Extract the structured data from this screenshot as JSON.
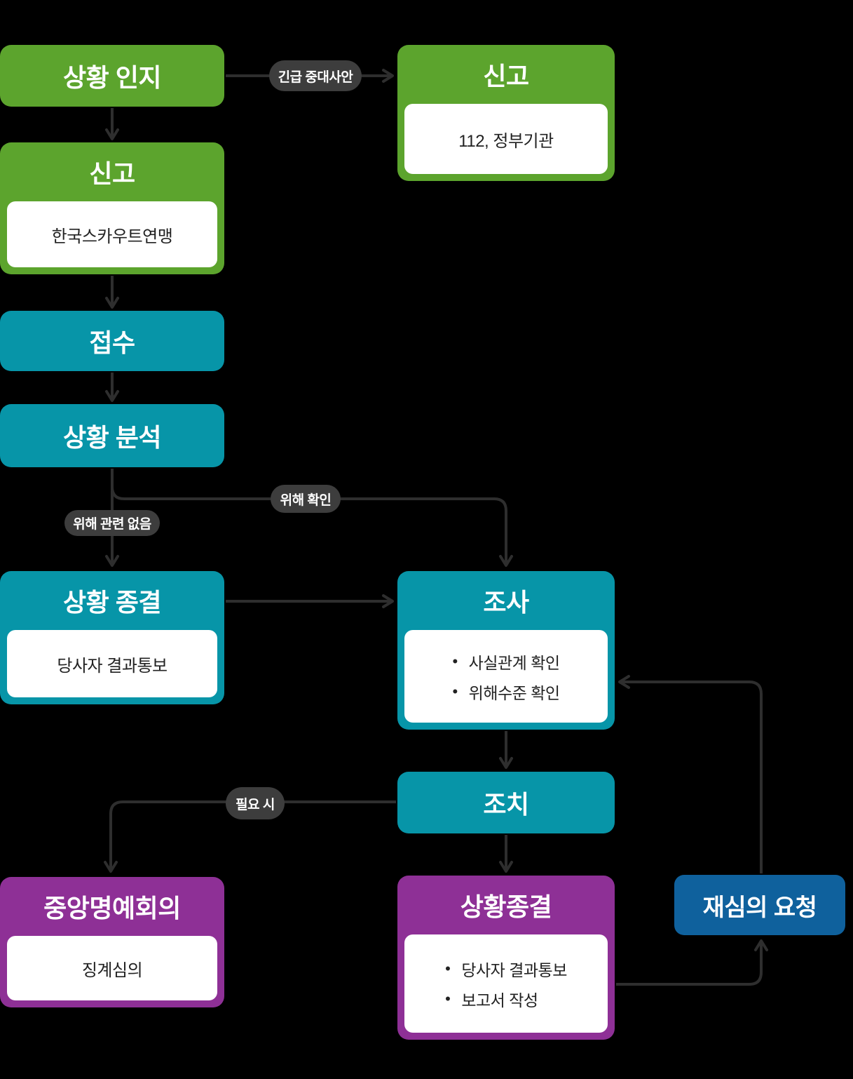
{
  "diagram": {
    "description": "Incident handling process flowchart",
    "background": "#000000",
    "colors": {
      "green": "#5ca42d",
      "teal": "#0795a8",
      "purple": "#8e3096",
      "blue": "#0f619d",
      "label_pill": "#3d3d3d",
      "connector_line": "#2e2e2e",
      "body_text": "#222222",
      "title_text": "#ffffff"
    }
  },
  "nodes": {
    "situation_awareness": {
      "title": "상황 인지"
    },
    "report_external": {
      "title": "신고",
      "body": "112, 정부기관"
    },
    "report_internal": {
      "title": "신고",
      "body": "한국스카우트연맹"
    },
    "receipt": {
      "title": "접수"
    },
    "analysis": {
      "title": "상황 분석"
    },
    "close_left": {
      "title": "상황 종결",
      "body": "당사자 결과통보"
    },
    "investigation": {
      "title": "조사",
      "bullets": [
        "사실관계 확인",
        "위해수준 확인"
      ]
    },
    "action": {
      "title": "조치"
    },
    "honor_council": {
      "title": "중앙명예회의",
      "body": "징계심의"
    },
    "close_bottom": {
      "title": "상황종결",
      "bullets": [
        "당사자 결과통보",
        "보고서 작성"
      ]
    },
    "review_request": {
      "title": "재심의 요청"
    }
  },
  "edge_labels": {
    "urgent": "긴급 중대사안",
    "harm_confirmed": "위해 확인",
    "no_harm": "위해 관련 없음",
    "if_needed": "필요 시"
  }
}
